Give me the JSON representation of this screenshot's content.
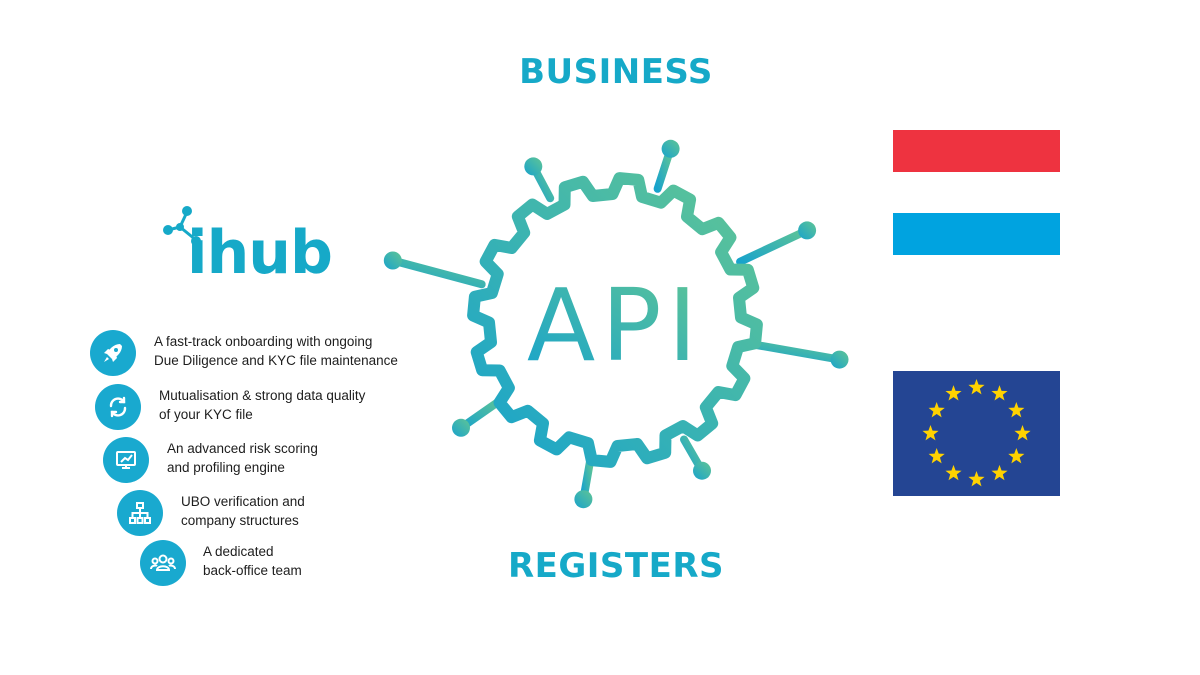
{
  "headings": {
    "top": "BUSINESS",
    "bottom": "REGISTERS"
  },
  "api": {
    "label": "API",
    "colors": [
      "#1aa6c9",
      "#5bc49a"
    ]
  },
  "logo": {
    "text": "ihub",
    "color": "#16a9c8"
  },
  "features": [
    {
      "icon": "rocket-icon",
      "lines": [
        "A fast-track onboarding with ongoing",
        "Due Diligence and KYC  file maintenance"
      ]
    },
    {
      "icon": "sync-icon",
      "lines": [
        "Mutualisation & strong data  quality",
        "of your KYC file"
      ]
    },
    {
      "icon": "chart-screen-icon",
      "lines": [
        "An advanced risk scoring",
        "and profiling engine"
      ]
    },
    {
      "icon": "org-chart-icon",
      "lines": [
        "UBO verification and",
        "company structures"
      ]
    },
    {
      "icon": "team-icon",
      "lines": [
        "A dedicated",
        "back-office team"
      ]
    }
  ],
  "flags": {
    "luxembourg": {
      "colors": [
        "#ee3340",
        "#ffffff",
        "#00a3e0"
      ]
    },
    "eu": {
      "background": "#244593",
      "star_color": "#ffd200",
      "stars": 12
    }
  }
}
